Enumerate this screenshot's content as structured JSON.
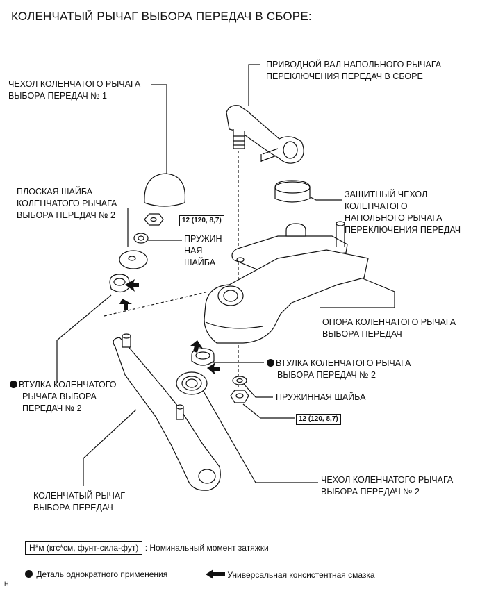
{
  "title": "КОЛЕНЧАТЫЙ РЫЧАГ ВЫБОРА ПЕРЕДАЧ В СБОРЕ:",
  "labels": {
    "boot1": [
      "ЧЕХОЛ КОЛЕНЧАТОГО РЫЧАГА",
      "ВЫБОРА ПЕРЕДАЧ № 1"
    ],
    "drive_shaft": [
      "ПРИВОДНОЙ ВАЛ НАПОЛЬНОГО РЫЧАГА",
      "ПЕРЕКЛЮЧЕНИЯ ПЕРЕДАЧ В СБОРЕ"
    ],
    "flat_washer": [
      "ПЛОСКАЯ ШАЙБА",
      "КОЛЕНЧАТОГО РЫЧАГА",
      "ВЫБОРА ПЕРЕДАЧ № 2"
    ],
    "spring_washer_top": [
      "ПРУЖИН",
      "НАЯ",
      "ШАЙБА"
    ],
    "protective_boot": [
      "ЗАЩИТНЫЙ ЧЕХОЛ",
      "КОЛЕНЧАТОГО",
      "НАПОЛЬНОГО РЫЧАГА",
      "ПЕРЕКЛЮЧЕНИЯ ПЕРЕДАЧ"
    ],
    "support": [
      "ОПОРА КОЛЕНЧАТОГО РЫЧАГА",
      "ВЫБОРА ПЕРЕДАЧ"
    ],
    "bushing2_right": [
      "ВТУЛКА КОЛЕНЧАТОГО РЫЧАГА",
      "ВЫБОРА ПЕРЕДАЧ № 2"
    ],
    "bushing2_left": [
      "ВТУЛКА КОЛЕНЧАТОГО",
      "РЫЧАГА ВЫБОРА",
      "ПЕРЕДАЧ № 2"
    ],
    "spring_washer_bottom": [
      "ПРУЖИННАЯ ШАЙБА"
    ],
    "boot2": [
      "ЧЕХОЛ КОЛЕНЧАТОГО РЫЧАГА",
      "ВЫБОРА ПЕРЕДАЧ № 2"
    ],
    "lever": [
      "КОЛЕНЧАТЫЙ РЫЧАГ",
      "ВЫБОРА ПЕРЕДАЧ"
    ]
  },
  "torque_top": "12 (120, 8,7)",
  "torque_bottom": "12 (120, 8,7)",
  "legend": {
    "torque_box": "Н*м (кгс*см, фунт-сила-фут)",
    "torque_text": ": Номинальный момент затяжки",
    "single_use": "Деталь однократного применения",
    "grease": "Универсальная консистентная смазка"
  },
  "figure_code": "H"
}
